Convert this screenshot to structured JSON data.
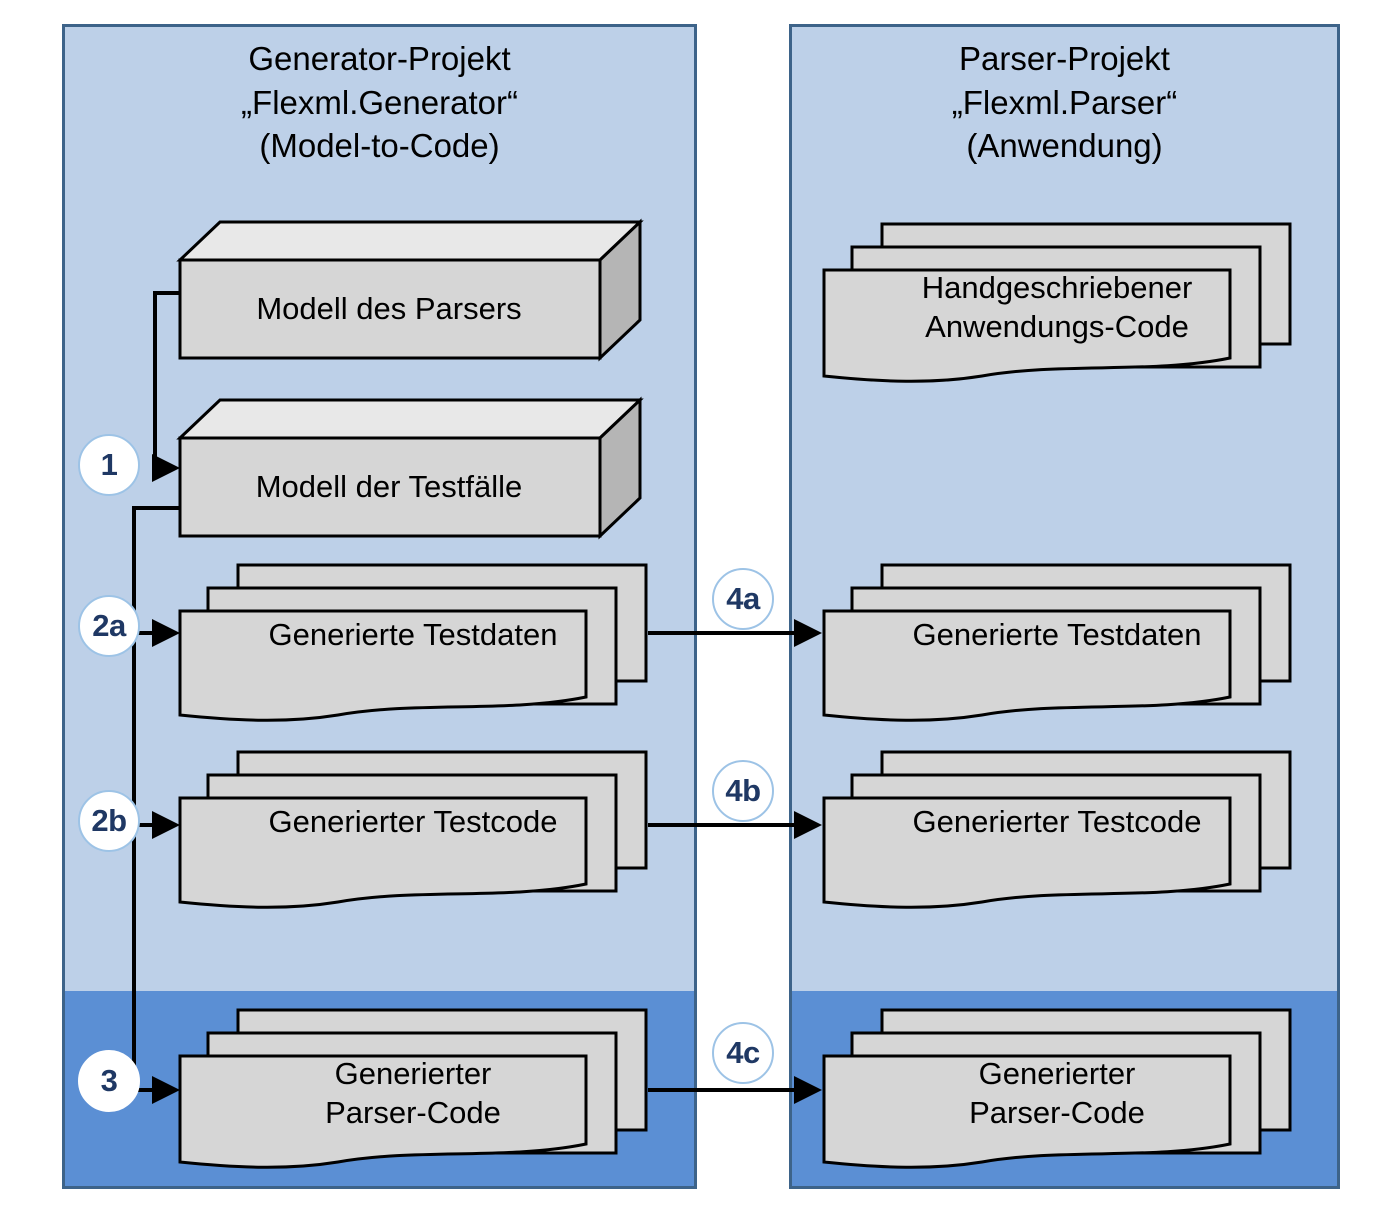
{
  "diagram": {
    "title": "Generator-Projekt / Parser-Projekt Flexml",
    "colors": {
      "panel_light_blue": "#bdd0e8",
      "panel_dark_blue": "#5b8fd4",
      "panel_border": "#3d6389",
      "shape_fill": "#d6d6d6",
      "shape_top_fill": "#e8e8e8",
      "shape_side_fill": "#b5b5b5",
      "shape_stroke": "#000000",
      "badge_fill": "#ffffff",
      "badge_border": "#9dc3e6",
      "badge_text": "#1f3864",
      "connector": "#000000"
    }
  },
  "panels": {
    "generator": {
      "title": "Generator-Projekt\n„Flexml.Generator“\n(Model-to-Code)",
      "shapes": {
        "modell_parser": "Modell des Parsers",
        "modell_testfaelle": "Modell der Testfälle",
        "generierte_testdaten": "Generierte Testdaten",
        "generierter_testcode": "Generierter Testcode",
        "generierter_parser_code": "Generierter\nParser-Code"
      }
    },
    "parser": {
      "title": "Parser-Projekt\n„Flexml.Parser“\n(Anwendung)",
      "shapes": {
        "handgeschriebener_code": "Handgeschriebener\nAnwendungs-Code",
        "generierte_testdaten": "Generierte Testdaten",
        "generierter_testcode": "Generierter Testcode",
        "generierter_parser_code": "Generierter\nParser-Code"
      }
    }
  },
  "badges": {
    "step1": "1",
    "step2a": "2a",
    "step2b": "2b",
    "step3": "3",
    "step4a": "4a",
    "step4b": "4b",
    "step4c": "4c"
  }
}
